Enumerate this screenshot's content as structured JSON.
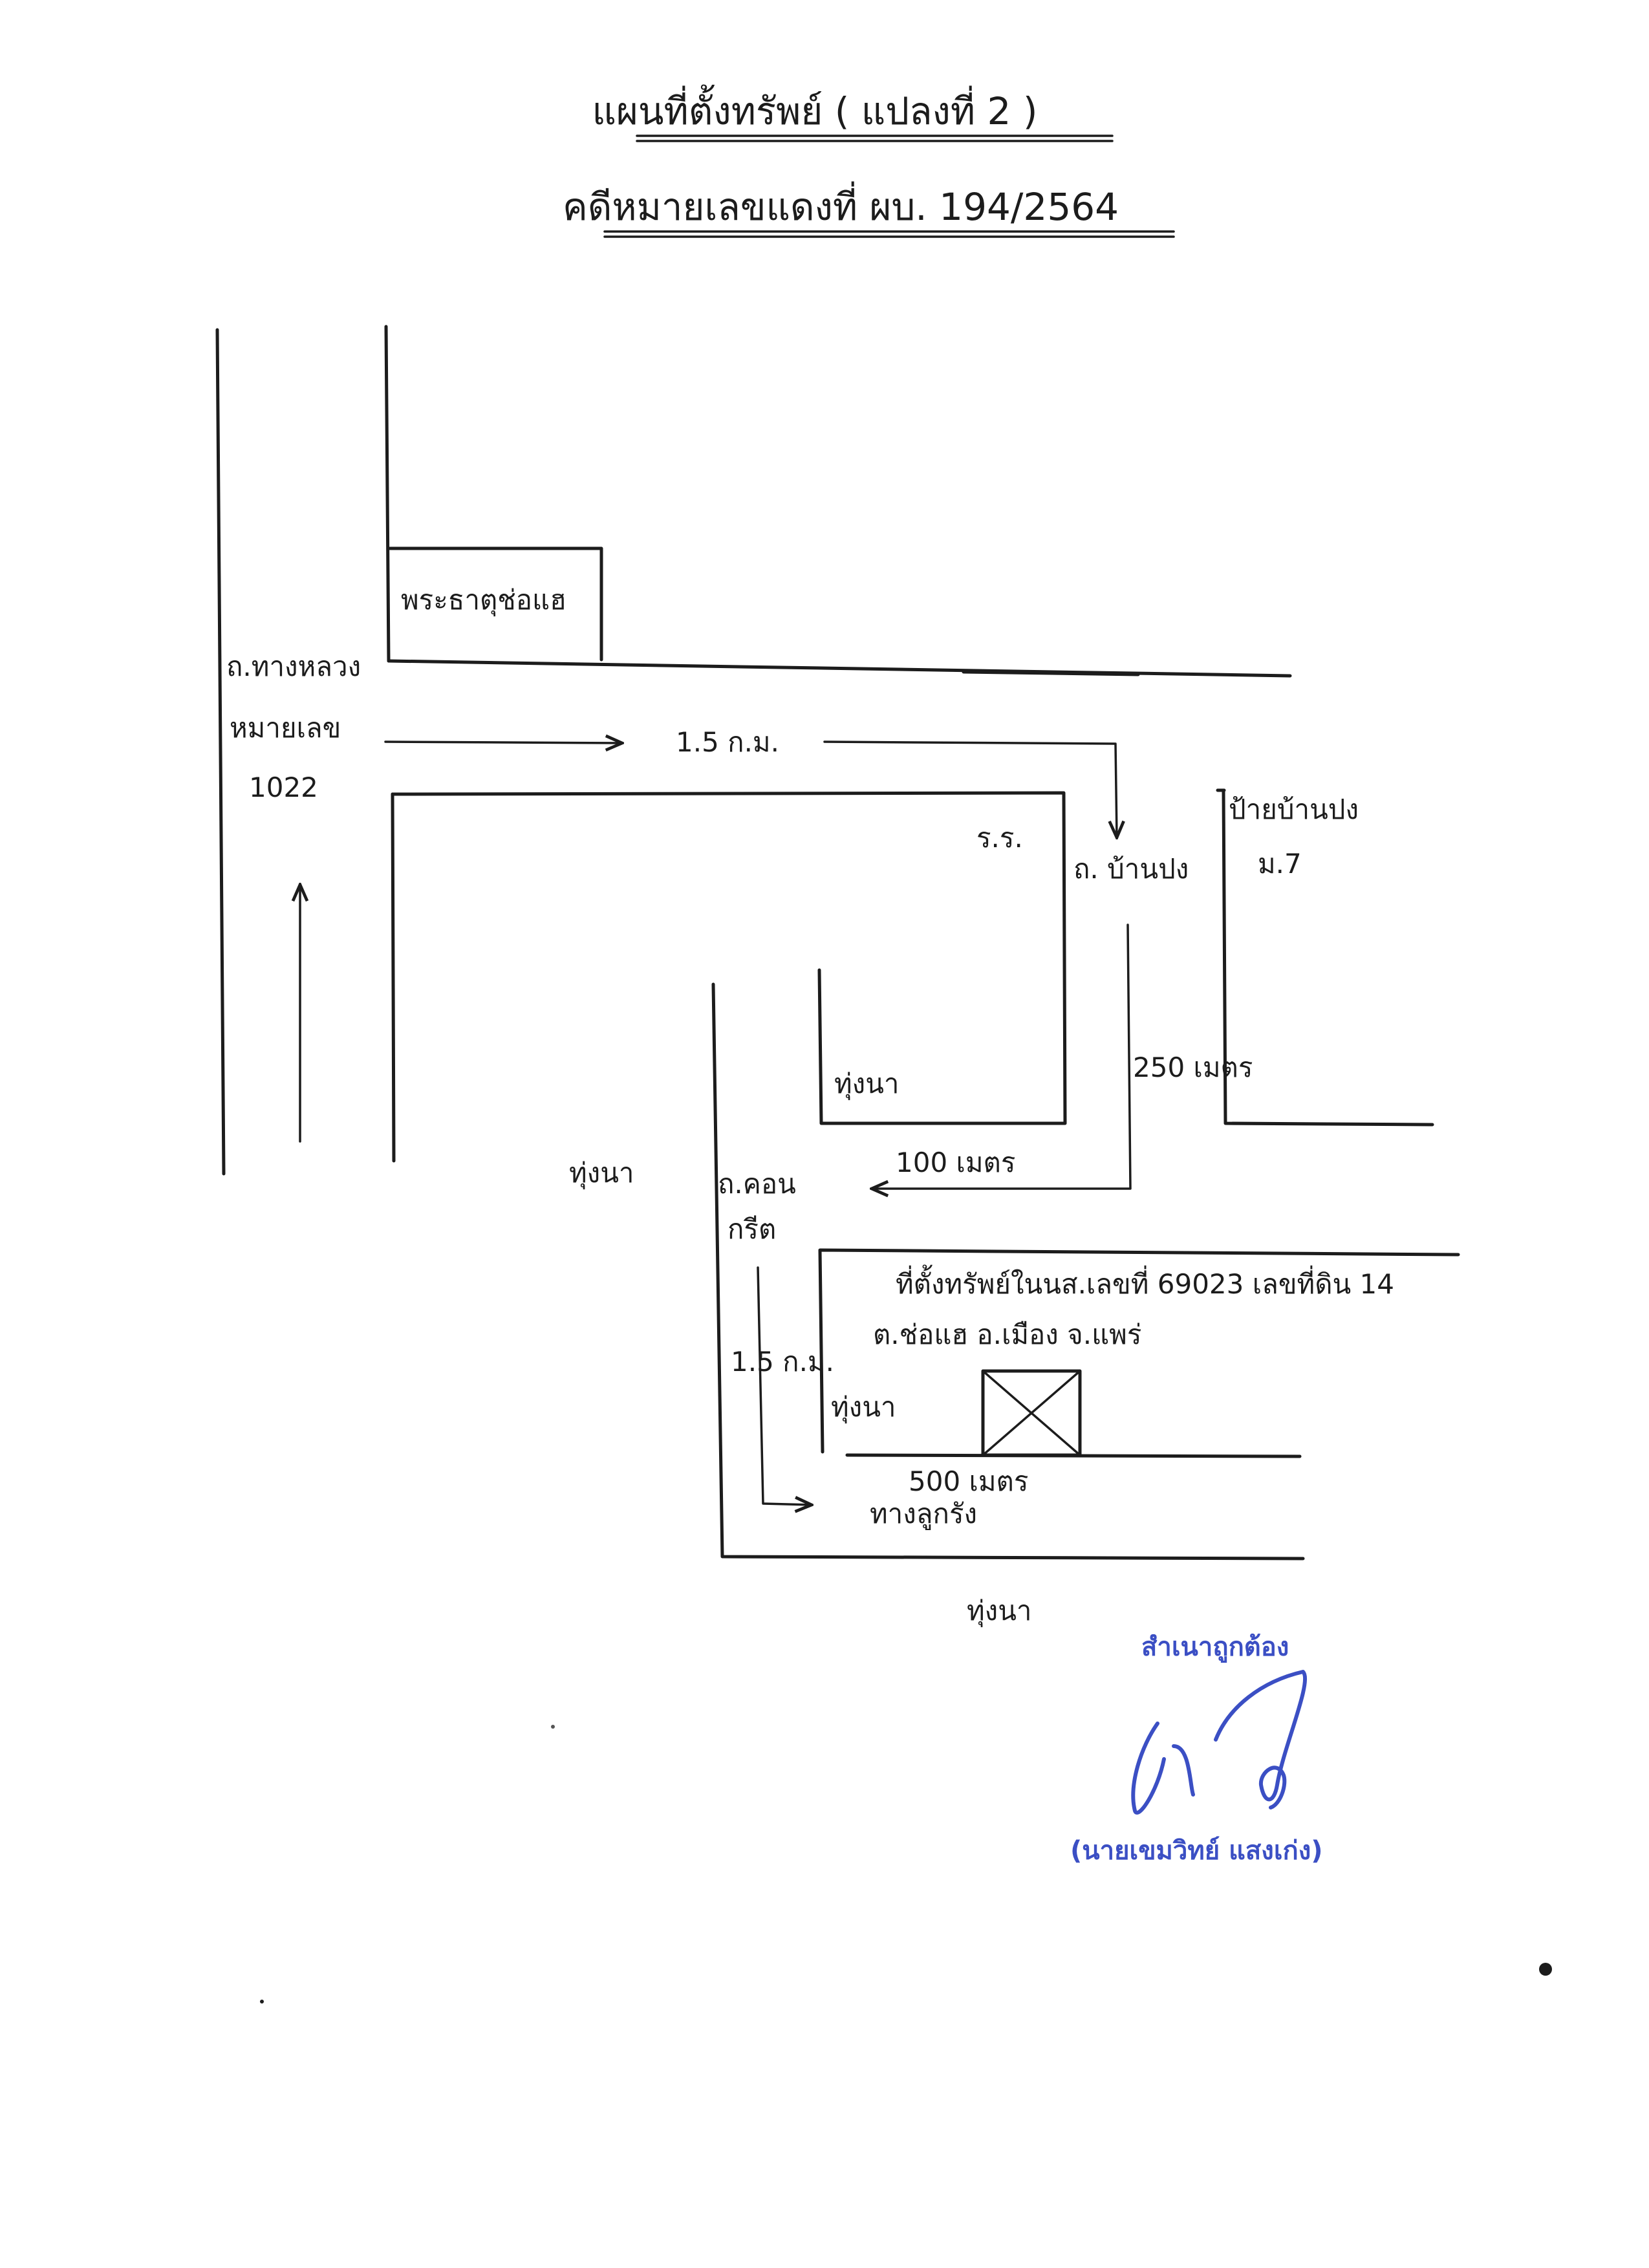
{
  "title": {
    "line1": "แผนที่ตั้งทรัพย์ ( แปลงที่ 2 )",
    "line2": "คดีหมายเลขแดงที่  ผบ. 194/2564"
  },
  "labels": {
    "temple": "พระธาตุช่อแฮ",
    "highway_1": "ถ.ทางหลวง",
    "highway_2": "หมายเลข",
    "highway_3": "1022",
    "dist_top": "1.5 ก.ม.",
    "school": "ร.ร.",
    "road_banpong": "ถ. บ้านปง",
    "sign_1": "ป้ายบ้านปง",
    "sign_2": "ม.7",
    "field_inner": "ทุ่งนา",
    "dist_250": "250 เมตร",
    "field_left": "ทุ่งนา",
    "dist_100": "100 เมตร",
    "concrete_1": "ถ.คอน",
    "concrete_2": "กรีต",
    "property_1": "ที่ตั้งทรัพย์ในนส.เลขที่ 69023  เลขที่ดิน 14",
    "property_2": "ต.ช่อแฮ  อ.เมือง  จ.แพร่",
    "dist_15_lower": "1.5 ก.ม.",
    "field_right": "ทุ่งนา",
    "dist_500": "500 เมตร",
    "laterite": "ทางลูกรัง",
    "field_bottom": "ทุ่งนา"
  },
  "stamp": {
    "certified": "สำเนาถูกต้อง",
    "name": "(นายเขมวิทย์ แสงเก่ง)"
  },
  "colors": {
    "ink": "#1c1c1c",
    "stamp_blue": "#3b4fc4"
  }
}
